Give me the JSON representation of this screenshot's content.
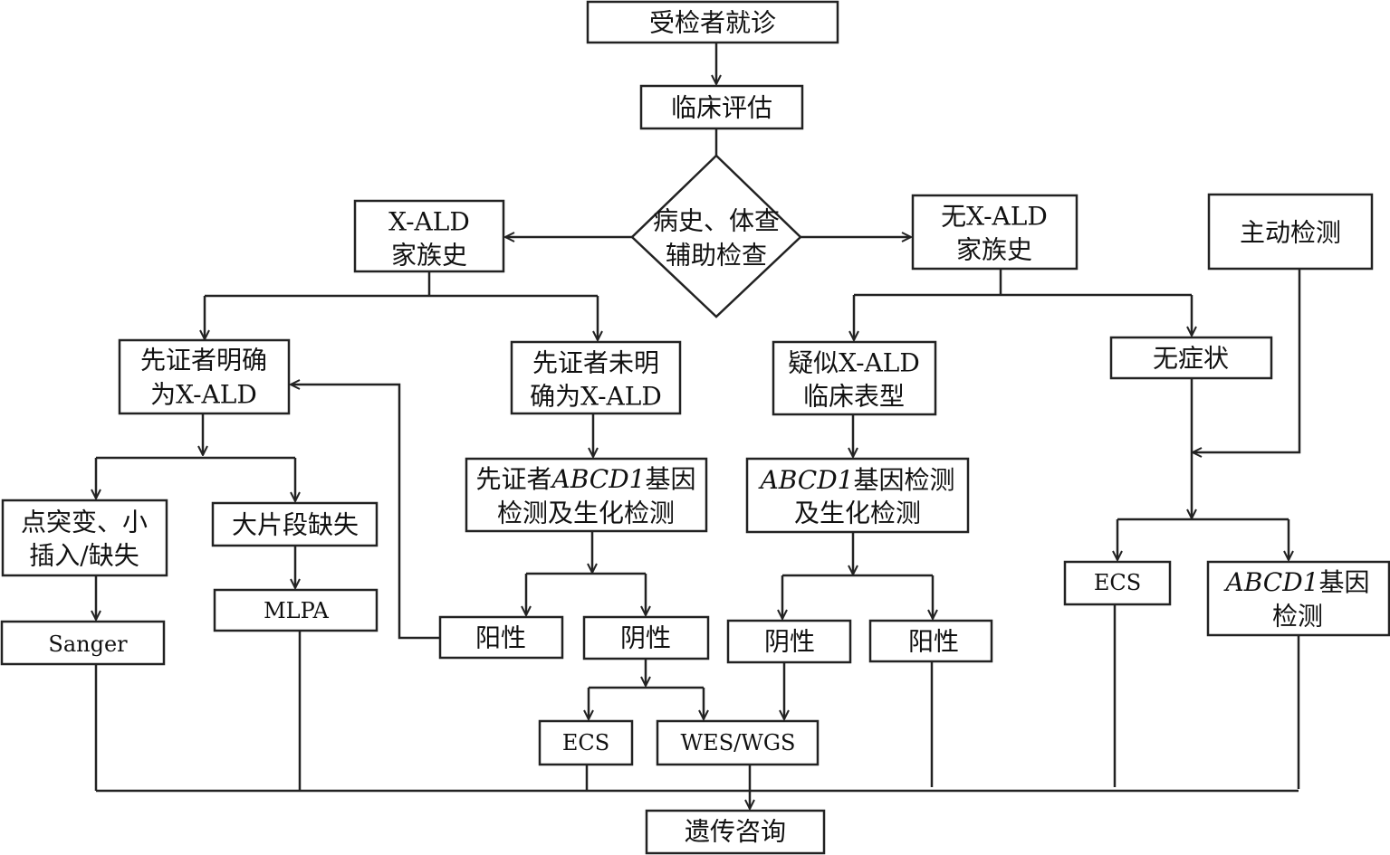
{
  "nodes": {
    "visit": "受检者就诊",
    "clinical_eval": "临床评估",
    "history_exam": [
      "病史、体查",
      "辅助检查"
    ],
    "family_history": [
      "X-ALD",
      "家族史"
    ],
    "no_family_history": [
      "无X-ALD",
      "家族史"
    ],
    "active_testing": "主动检测",
    "proband_confirmed": [
      "先证者明确",
      "为X-ALD"
    ],
    "proband_unconfirmed": [
      "先证者未明",
      "确为X-ALD"
    ],
    "suspected_phenotype": [
      "疑似X-ALD",
      "临床表型"
    ],
    "asymptomatic": "无症状",
    "point_mutation": [
      "点突变、小",
      "插入/缺失"
    ],
    "large_deletion": "大片段缺失",
    "proband_test": {
      "prefix": "先证者",
      "gene": "ABCD1",
      "suffix": "基因",
      "line2": "检测及生化检测"
    },
    "abcd1_biochem": {
      "gene": "ABCD1",
      "suffix": "基因检测",
      "line2": "及生化检测"
    },
    "sanger": "Sanger",
    "mlpa": "MLPA",
    "positive_left": "阳性",
    "negative_left": "阴性",
    "negative_right": "阴性",
    "positive_right": "阳性",
    "ecs_left": "ECS",
    "wes_wgs": "WES/WGS",
    "ecs_right": "ECS",
    "abcd1_test": {
      "gene": "ABCD1",
      "suffix": "基因",
      "line2": "检测"
    },
    "genetic_counseling": "遗传咨询"
  }
}
